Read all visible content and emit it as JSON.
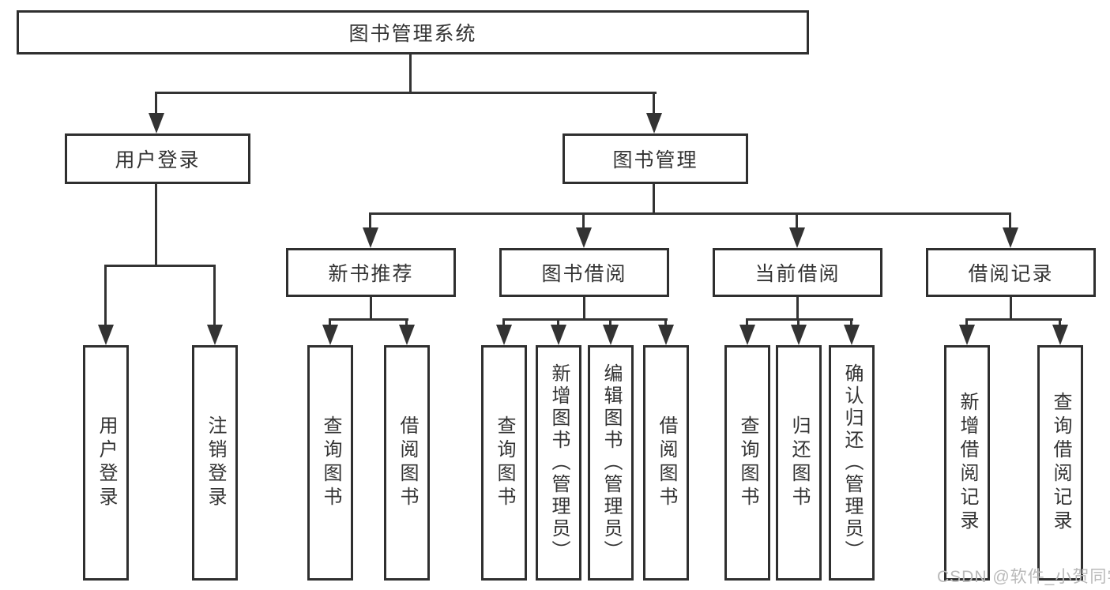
{
  "root": {
    "label": "图书管理系统"
  },
  "branches": {
    "userLogin": {
      "label": "用户登录",
      "children": [
        {
          "label": "用户登录"
        },
        {
          "label": "注销登录"
        }
      ]
    },
    "bookManagement": {
      "label": "图书管理",
      "groups": [
        {
          "label": "新书推荐",
          "children": [
            {
              "label": "查询图书"
            },
            {
              "label": "借阅图书"
            }
          ]
        },
        {
          "label": "图书借阅",
          "children": [
            {
              "label": "查询图书"
            },
            {
              "label": "新增图书（管理员）"
            },
            {
              "label": "编辑图书（管理员）"
            },
            {
              "label": "借阅图书"
            }
          ]
        },
        {
          "label": "当前借阅",
          "children": [
            {
              "label": "查询图书"
            },
            {
              "label": "归还图书"
            },
            {
              "label": "确认归还（管理员）"
            }
          ]
        },
        {
          "label": "借阅记录",
          "children": [
            {
              "label": "新增借阅记录"
            },
            {
              "label": "查询借阅记录"
            }
          ]
        }
      ]
    }
  },
  "watermark": {
    "text": "CSDN @软件_小贺同学"
  },
  "colors": {
    "line": "#333333",
    "text": "#333333",
    "box_border": "#2f2f2f",
    "watermark": "#b9b9b9",
    "background": "#ffffff"
  }
}
